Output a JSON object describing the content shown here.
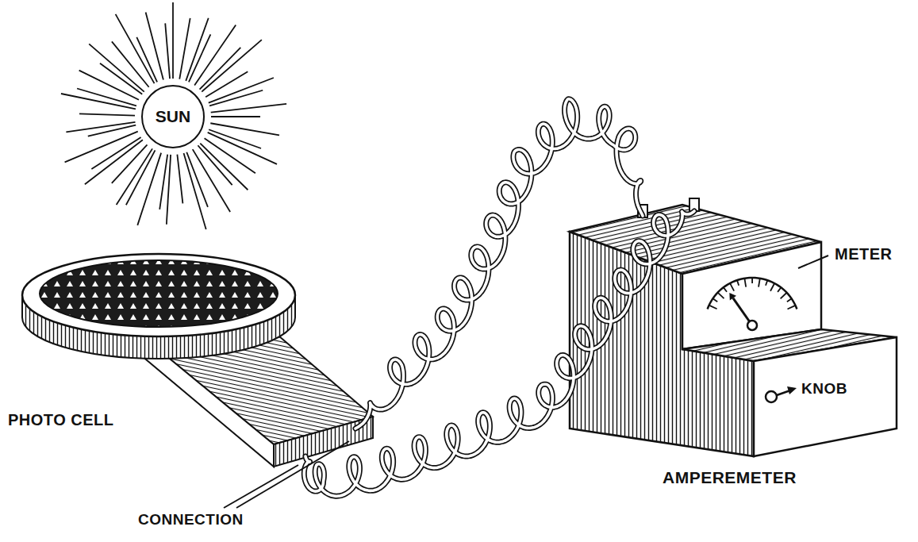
{
  "diagram": {
    "nodes": [
      {
        "text": [
          "SUN"
        ]
      }
    ],
    "labels": [
      "METER",
      "KNOB",
      "PHOTO CELL",
      "AMPEREMETER",
      "CONNECTION"
    ]
  }
}
